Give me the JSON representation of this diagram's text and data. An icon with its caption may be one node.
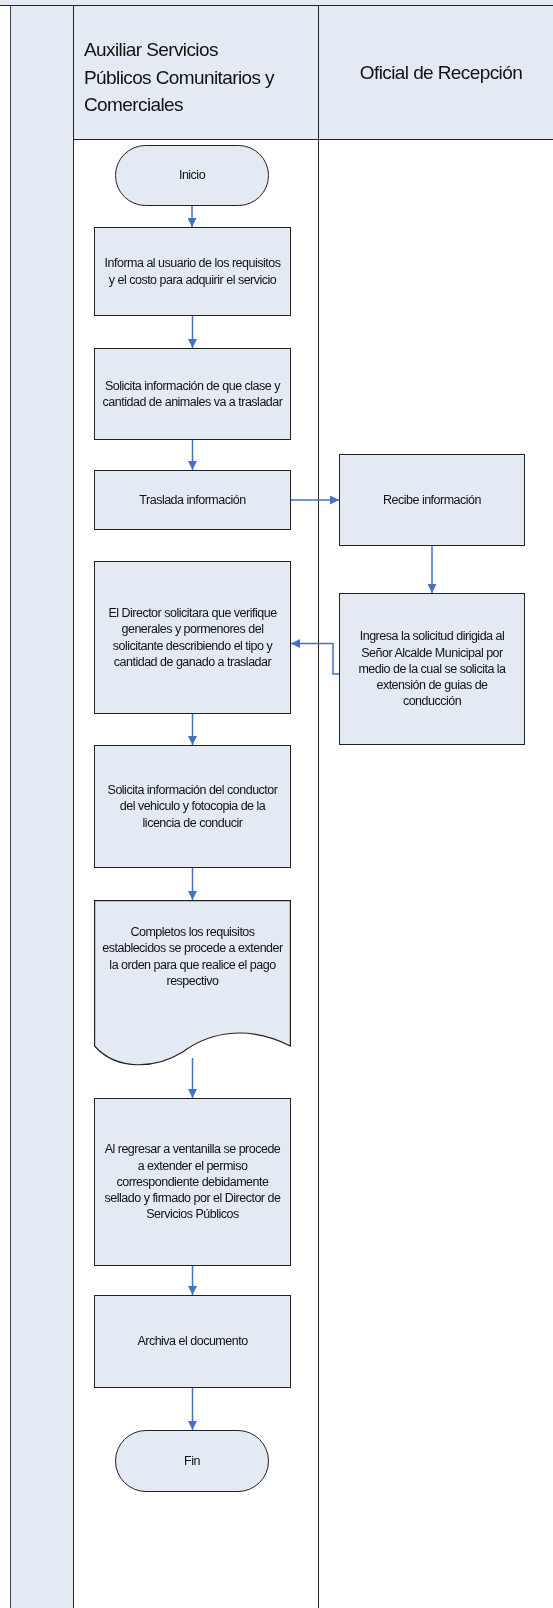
{
  "diagram": {
    "nodes": [
      {
        "text": [
          "Auxiliar Servicios Públicos Comunitarios y Comerciales"
        ]
      },
      {
        "text": [
          "Oficial de Recepción"
        ]
      },
      {
        "text": [
          "Inicio"
        ],
        "in": 0
      },
      {
        "text": [
          "Informa al usuario de los requisitos y el costo para adquirir el servicio"
        ],
        "in": 0
      },
      {
        "text": [
          "Solicita información de que clase y cantidad de animales va a trasladar"
        ],
        "in": 0
      },
      {
        "text": [
          "Traslada información"
        ],
        "in": 0
      },
      {
        "text": [
          "Recibe información"
        ],
        "in": 1
      },
      {
        "text": [
          "El Director solicitara que verifique generales y pormenores del solicitante describiendo el tipo y cantidad de ganado a trasladar"
        ],
        "in": 0
      },
      {
        "text": [
          "Ingresa la solicitud dirigida al Señor Alcalde Municipal por medio de la cual se solicita la extensión de guias de conducción"
        ],
        "in": 1
      },
      {
        "text": [
          "Solicita información del conductor del vehiculo y fotocopia de la licencia de conducir"
        ],
        "in": 0
      },
      {
        "text": [
          "Completos los requisitos establecidos se procede a extender la orden para que realice el pago respectivo"
        ],
        "in": 0
      },
      {
        "text": [
          "Al regresar a ventanilla se procede a extender el permiso correspondiente debidamente sellado y firmado por el Director de Servicios Públicos"
        ],
        "in": 0
      },
      {
        "text": [
          "Archiva el documento"
        ],
        "in": 0
      },
      {
        "text": [
          "Fin"
        ],
        "in": 0
      },
      {
        "text": [],
        "shape": "bar"
      }
    ],
    "edges": [
      {
        "from": 2,
        "to": 3,
        "arrow": "to"
      },
      {
        "from": 3,
        "to": 4,
        "arrow": "to"
      },
      {
        "from": 4,
        "to": 5,
        "arrow": "to"
      },
      {
        "from": 5,
        "to": 6,
        "arrow": "to"
      },
      {
        "from": 6,
        "to": 8,
        "arrow": "to"
      },
      {
        "from": 8,
        "to": 7,
        "arrow": "to"
      },
      {
        "from": 7,
        "to": 9,
        "arrow": "to"
      },
      {
        "from": 9,
        "to": 10,
        "arrow": "to"
      },
      {
        "from": 10,
        "to": 11,
        "arrow": "to"
      },
      {
        "from": 11,
        "to": 12,
        "arrow": "to"
      },
      {
        "from": 12,
        "to": 13,
        "arrow": "to"
      }
    ]
  }
}
